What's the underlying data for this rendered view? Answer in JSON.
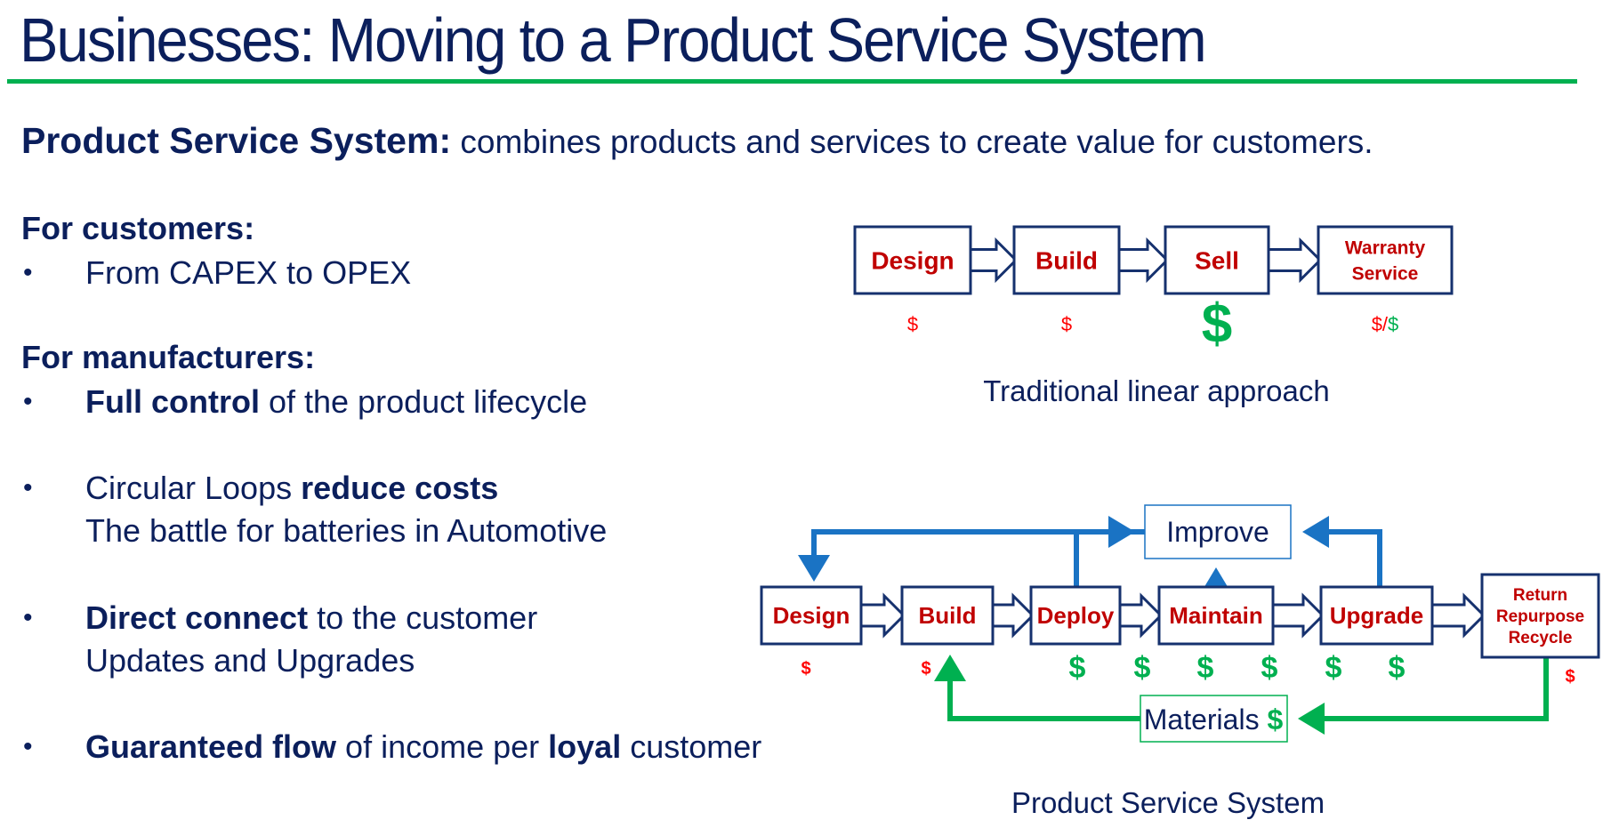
{
  "title": "Businesses: Moving to a Product Service System",
  "definition": {
    "term": "Product Service System:",
    "text": " combines products and services to create value for customers."
  },
  "customers": {
    "heading": "For customers:",
    "bullets": [
      {
        "plain": "From CAPEX to OPEX"
      }
    ]
  },
  "manufacturers": {
    "heading": "For manufacturers:",
    "bullets": [
      {
        "bold": "Full control",
        "rest": " of the product lifecycle"
      },
      {
        "plain_pre": "Circular Loops ",
        "bold": "reduce costs",
        "line2": "The battle for batteries in Automotive"
      },
      {
        "bold": "Direct connect",
        "rest": " to the customer",
        "line2": "Updates and Upgrades"
      },
      {
        "bold": "Guaranteed flow",
        "mid": " of income per ",
        "bold2": "loyal",
        "rest": " customer"
      }
    ]
  },
  "bullet_glyph": "•",
  "colors": {
    "navy": "#0b1f5c",
    "accent_green": "#00b050",
    "box_border": "#16316e",
    "label_red": "#c00000",
    "cost_red": "#ff0000",
    "revenue_green": "#00b050",
    "feedback_blue": "#1a73c4"
  },
  "linear_diagram": {
    "caption": "Traditional linear approach",
    "stages": [
      {
        "label": "Design",
        "money": "$",
        "money_type": "cost"
      },
      {
        "label": "Build",
        "money": "$",
        "money_type": "cost"
      },
      {
        "label": "Sell",
        "money": "$",
        "money_type": "revenue-large"
      },
      {
        "label": "Warranty\nService",
        "money": "$/$",
        "money_type": "mixed"
      }
    ]
  },
  "pss_diagram": {
    "caption": "Product Service System",
    "stages": [
      {
        "label": "Design"
      },
      {
        "label": "Build"
      },
      {
        "label": "Deploy"
      },
      {
        "label": "Maintain"
      },
      {
        "label": "Upgrade"
      },
      {
        "label": "Return\nRepurpose\nRecycle"
      }
    ],
    "cost_markers": [
      "$",
      "$",
      "$"
    ],
    "revenue_markers": [
      "$",
      "$",
      "$",
      "$",
      "$",
      "$"
    ],
    "improve_label": "Improve",
    "materials_label": "Materials",
    "materials_money": "$"
  }
}
